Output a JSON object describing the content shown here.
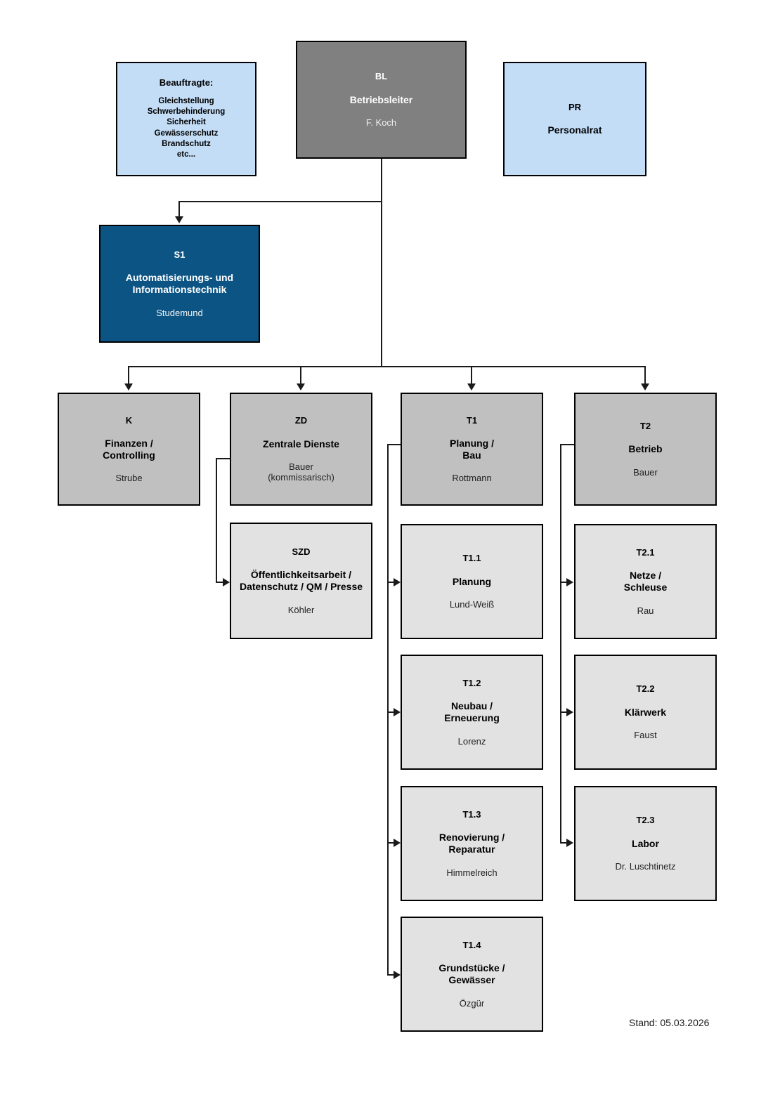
{
  "document": {
    "type": "organizational-chart",
    "footer_note": "Stand: 05.03.2026"
  },
  "colors": {
    "leader_fill": "#808080",
    "staff_fill": "#0b5484",
    "advisory_fill": "#c3ddf7",
    "division_fill": "#c0c0c0",
    "subunit_fill": "#e2e2e2",
    "border": "#000000",
    "connector": "#1a1a1a"
  },
  "nodes": {
    "bl": {
      "code": "BL",
      "unit": "Betriebsleiter",
      "person": "F. Koch"
    },
    "pr": {
      "code": "PR",
      "unit": "Personalrat",
      "person": ""
    },
    "beauftragte": {
      "title": "Beauftragte:",
      "items": [
        "Gleichstellung",
        "Schwerbehinderung",
        "Sicherheit",
        "Gewässerschutz",
        "Brandschutz",
        "etc..."
      ]
    },
    "s1": {
      "code": "S1",
      "unit_line1": "Automatisierungs- und",
      "unit_line2": "Informationstechnik",
      "person": "Studemund"
    },
    "k": {
      "code": "K",
      "unit_line1": "Finanzen /",
      "unit_line2": "Controlling",
      "person": "Strube"
    },
    "zd": {
      "code": "ZD",
      "unit_line1": "Zentrale Dienste",
      "unit_line2": "",
      "person_line1": "Bauer",
      "person_line2": "(kommissarisch)"
    },
    "szd": {
      "code": "SZD",
      "unit_line1": "Öffentlichkeitsarbeit /",
      "unit_line2": "Datenschutz / QM / Presse",
      "person": "Köhler"
    },
    "t1": {
      "code": "T1",
      "unit_line1": "Planung /",
      "unit_line2": "Bau",
      "person": "Rottmann"
    },
    "t1_1": {
      "code": "T1.1",
      "unit_line1": "Planung",
      "unit_line2": "",
      "person": "Lund-Weiß"
    },
    "t1_2": {
      "code": "T1.2",
      "unit_line1": "Neubau /",
      "unit_line2": "Erneuerung",
      "person": "Lorenz"
    },
    "t1_3": {
      "code": "T1.3",
      "unit_line1": "Renovierung /",
      "unit_line2": "Reparatur",
      "person": "Himmelreich"
    },
    "t1_4": {
      "code": "T1.4",
      "unit_line1": "Grundstücke /",
      "unit_line2": "Gewässer",
      "person": "Özgür"
    },
    "t2": {
      "code": "T2",
      "unit_line1": "Betrieb",
      "unit_line2": "",
      "person": "Bauer"
    },
    "t2_1": {
      "code": "T2.1",
      "unit_line1": "Netze /",
      "unit_line2": "Schleuse",
      "person": "Rau"
    },
    "t2_2": {
      "code": "T2.2",
      "unit_line1": "Klärwerk",
      "unit_line2": "",
      "person": "Faust"
    },
    "t2_3": {
      "code": "T2.3",
      "unit_line1": "Labor",
      "unit_line2": "",
      "person": "Dr. Luschtinetz"
    }
  }
}
